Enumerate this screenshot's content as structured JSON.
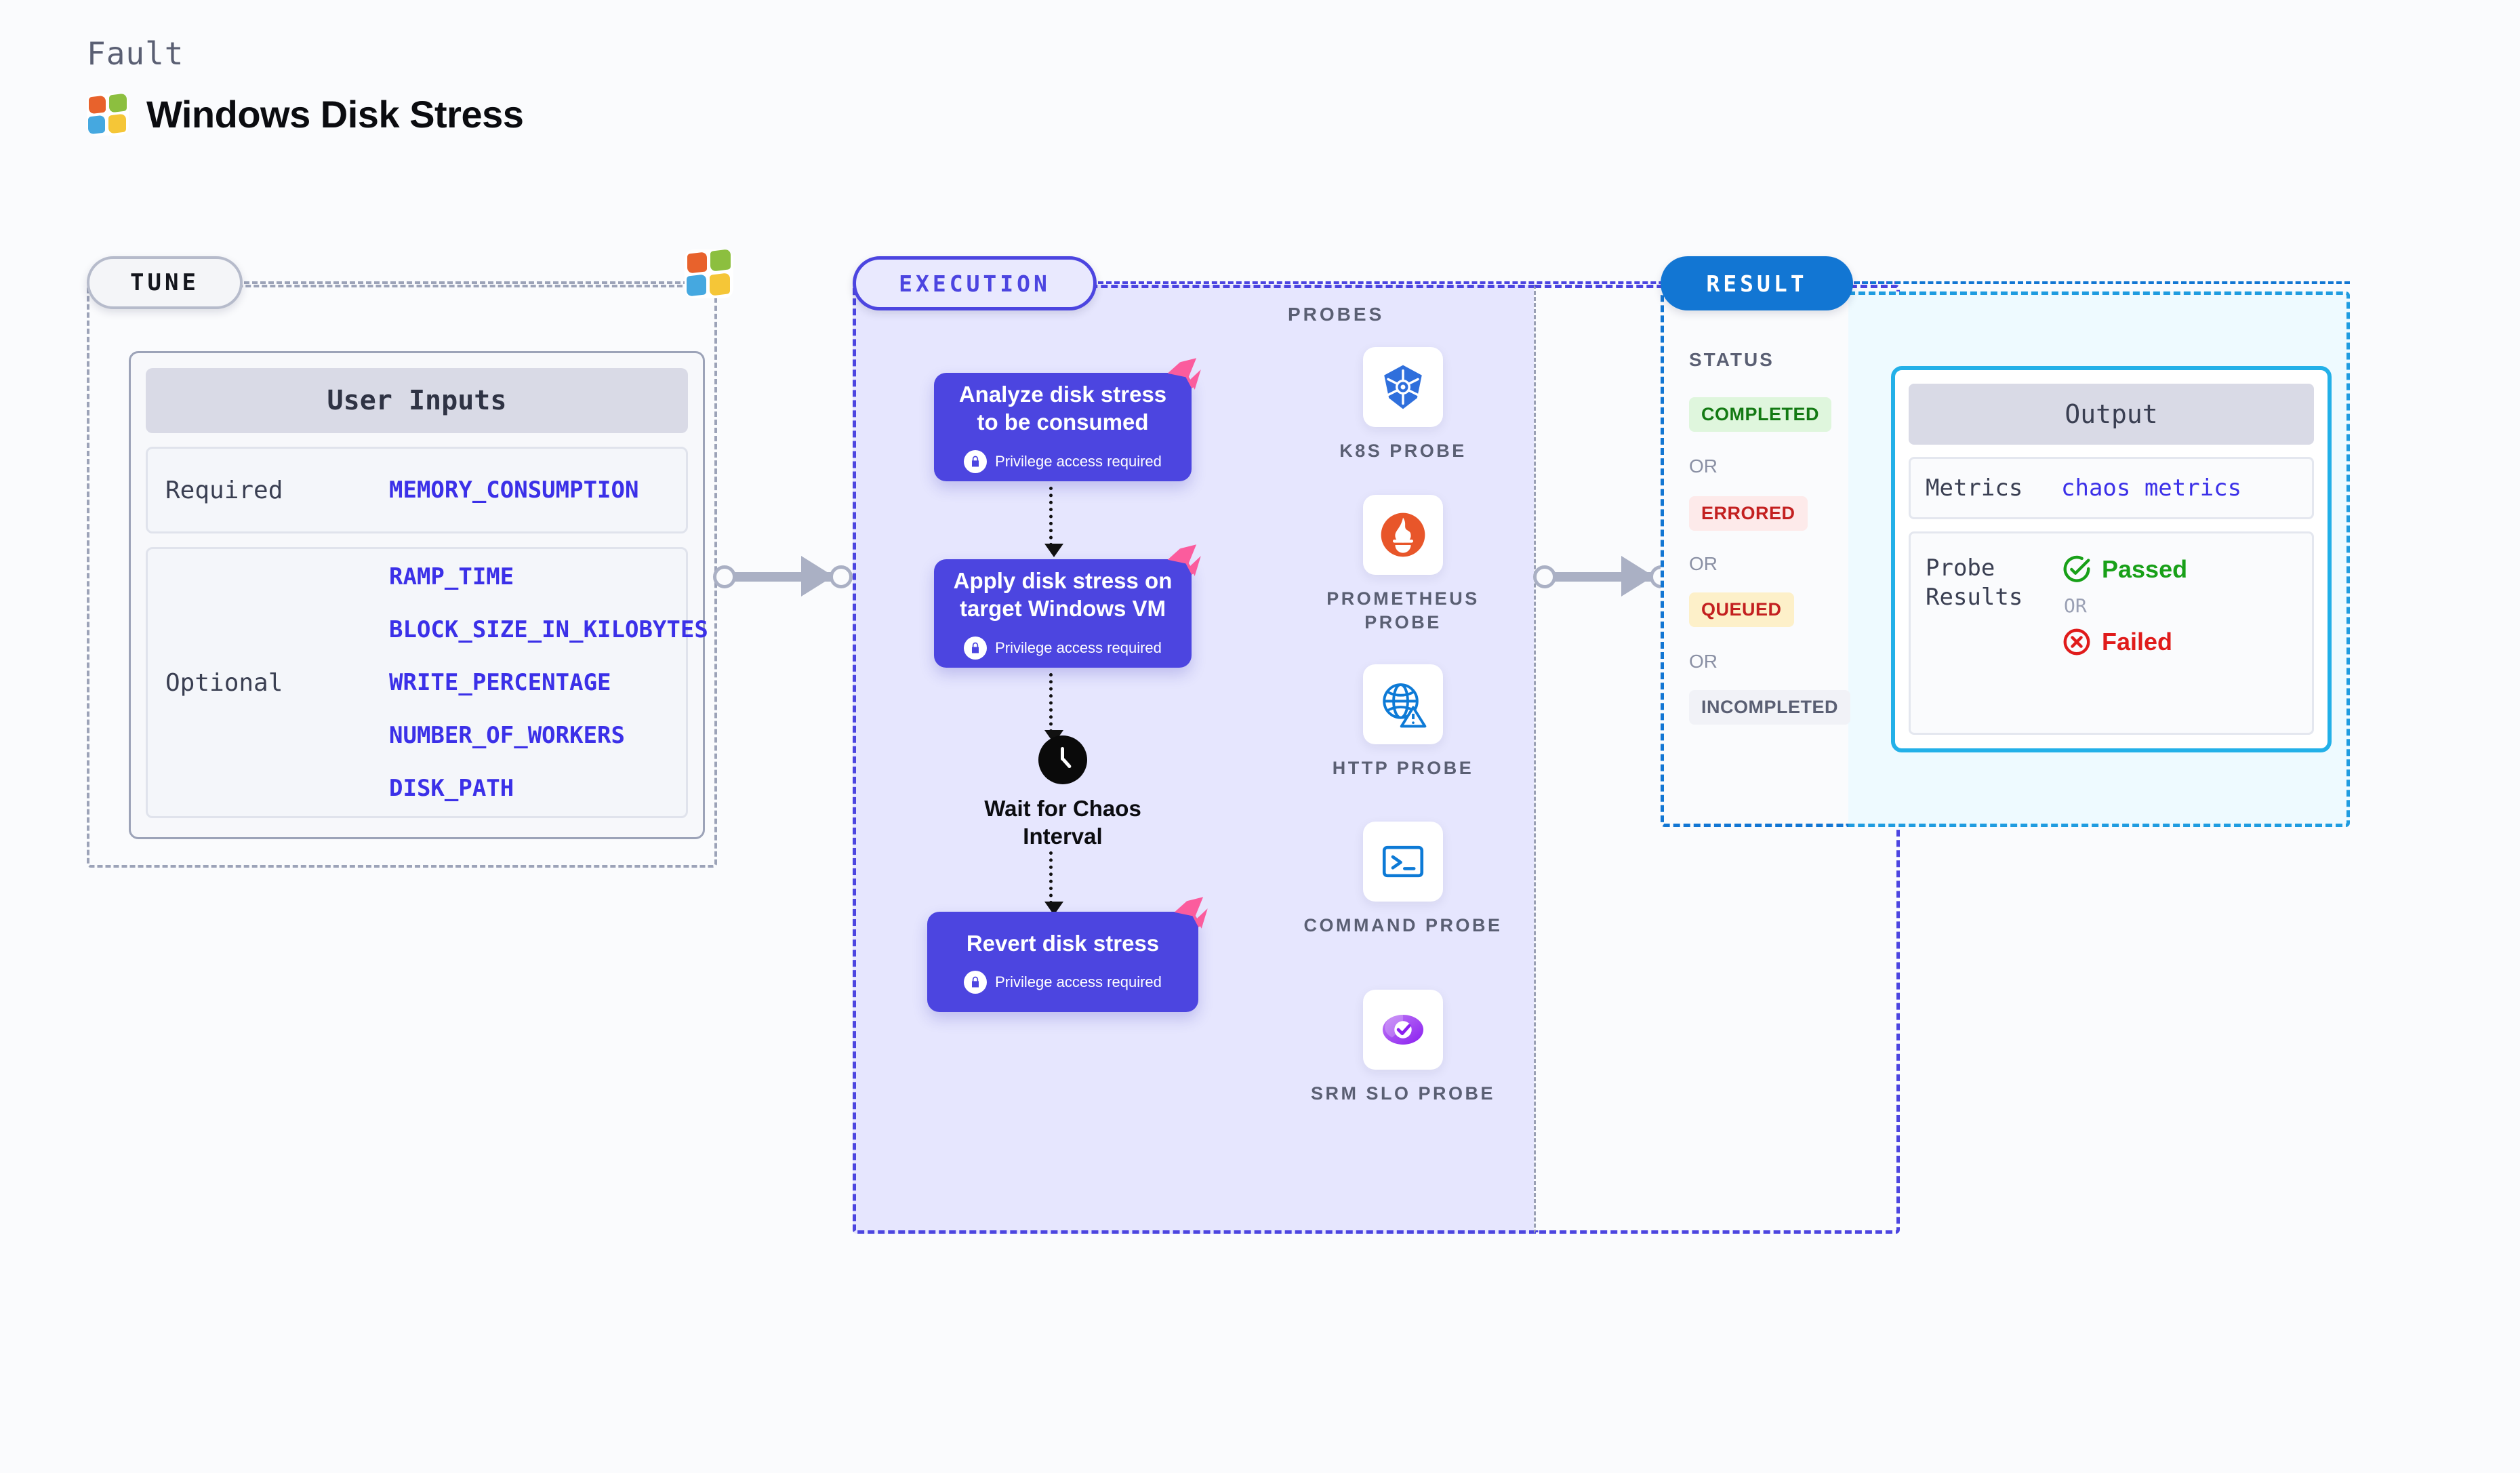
{
  "header": {
    "kind_label": "Fault",
    "title": "Windows Disk Stress",
    "logo_icon": "windows-logo-icon"
  },
  "tune": {
    "tab_label": "TUNE",
    "card_title": "User Inputs",
    "required": {
      "label": "Required",
      "params": [
        "MEMORY_CONSUMPTION"
      ]
    },
    "optional": {
      "label": "Optional",
      "params": [
        "RAMP_TIME",
        "BLOCK_SIZE_IN_KILOBYTES",
        "WRITE_PERCENTAGE",
        "NUMBER_OF_WORKERS",
        "DISK_PATH"
      ]
    }
  },
  "execution": {
    "tab_label": "EXECUTION",
    "privilege_note": "Privilege access required",
    "steps": [
      {
        "title": "Analyze disk stress to be consumed",
        "privileged": true,
        "badge_icon": "litmus-flag-icon"
      },
      {
        "title": "Apply disk stress on target Windows VM",
        "privileged": true,
        "badge_icon": "litmus-flag-icon"
      },
      {
        "title": "Revert disk stress",
        "privileged": true,
        "badge_icon": "litmus-flag-icon"
      }
    ],
    "wait_node": {
      "label": "Wait for Chaos Interval",
      "icon": "clock-icon"
    }
  },
  "probes": {
    "title": "PROBES",
    "items": [
      {
        "label": "K8S PROBE",
        "icon": "kubernetes-icon"
      },
      {
        "label": "PROMETHEUS PROBE",
        "icon": "prometheus-icon"
      },
      {
        "label": "HTTP PROBE",
        "icon": "http-globe-warning-icon"
      },
      {
        "label": "COMMAND PROBE",
        "icon": "terminal-icon"
      },
      {
        "label": "SRM SLO PROBE",
        "icon": "srm-slo-icon"
      }
    ]
  },
  "result": {
    "tab_label": "RESULT",
    "status_title": "STATUS",
    "or_label": "OR",
    "statuses": [
      {
        "label": "COMPLETED",
        "bg": "#dff6dd",
        "fg": "#137a13"
      },
      {
        "label": "ERRORED",
        "bg": "#fdeaea",
        "fg": "#c32020"
      },
      {
        "label": "QUEUED",
        "bg": "#fdf0c9",
        "fg": "#c32020"
      },
      {
        "label": "INCOMPLETED",
        "bg": "#f1f2f7",
        "fg": "#5a5f73"
      }
    ],
    "output": {
      "card_title": "Output",
      "metrics_label": "Metrics",
      "metrics_value": "chaos metrics",
      "probe_results_label": "Probe Results",
      "passed_label": "Passed",
      "failed_label": "Failed",
      "or_label": "OR",
      "passed_icon": "check-circle-icon",
      "failed_icon": "x-circle-icon"
    }
  },
  "colors": {
    "accent_purple": "#4c45e0",
    "accent_blue": "#1276d3",
    "accent_cyan": "#23b0e8",
    "param_text": "#3b30e8",
    "panel_lavender": "#e6e6fe",
    "flag_pink": "#fb5c9d"
  }
}
